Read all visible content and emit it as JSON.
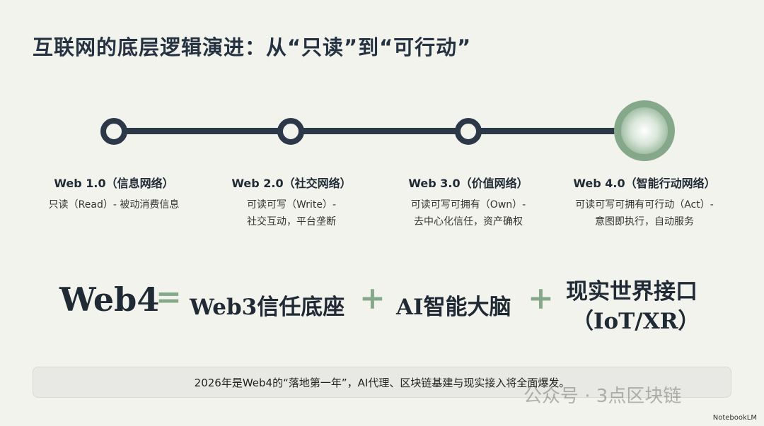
{
  "title": "互联网的底层逻辑演进：从“只读”到“可行动”",
  "stages": [
    {
      "heading": "Web 1.0（信息网络）",
      "line1": "只读（Read）- 被动消费信息",
      "line2": ""
    },
    {
      "heading": "Web 2.0（社交网络）",
      "line1": "可读可写（Write）-",
      "line2": "社交互动，平台垄断"
    },
    {
      "heading": "Web 3.0（价值网络）",
      "line1": "可读可写可拥有（Own）-",
      "line2": "去中心化信任，资产确权"
    },
    {
      "heading": "Web 4.0（智能行动网络）",
      "line1": "可读可写可拥有可行动（Act）-",
      "line2": "意图即执行，自动服务"
    }
  ],
  "formula": {
    "lhs": "Web4",
    "eq": "=",
    "term1": "Web3信任底座",
    "plus": "+",
    "term2": "AI智能大脑",
    "term3a": "现实世界接口",
    "term3b": "（IoT/XR）"
  },
  "banner": "2026年是Web4的“落地第一年”，AI代理、区块链基建与现实接入将全面爆发。",
  "watermark": "公众号 · 3点区块链",
  "brand": "NotebookLM"
}
